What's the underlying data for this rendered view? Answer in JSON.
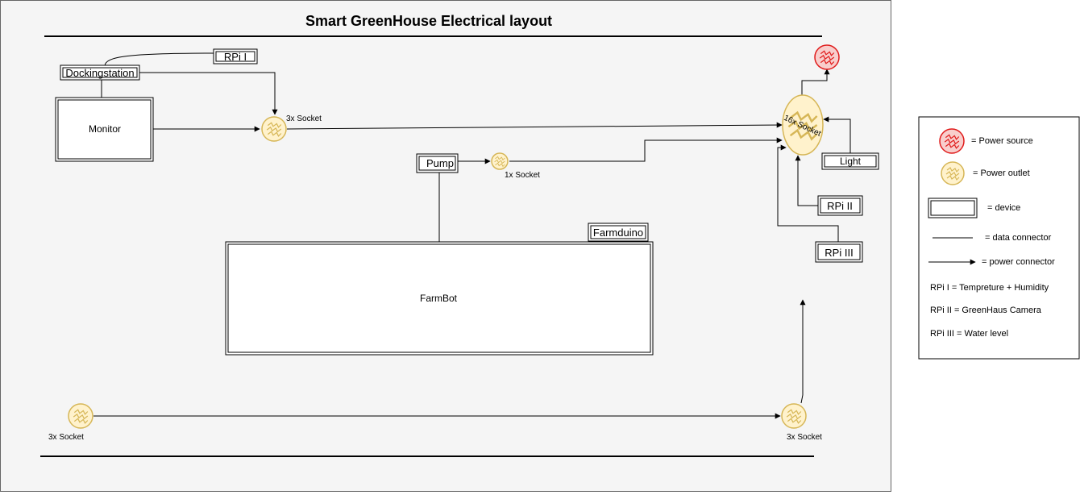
{
  "diagram": {
    "title": "Smart GreenHouse Electrical layout",
    "devices": {
      "rpi1": "RPi I",
      "dockingstation": "Dockingstation",
      "monitor": "Monitor",
      "pump": "Pump",
      "farmduino": "Farmduino",
      "farmbot": "FarmBot",
      "light": "Light",
      "rpi2": "RPi II",
      "rpi3": "RPi III"
    },
    "sockets": {
      "socket_top": "3x Socket",
      "socket_pump": "1x Socket",
      "socket_main": "16x Socket",
      "socket_bottom_left": "3x Socket",
      "socket_bottom_right": "3x Socket"
    }
  },
  "legend": {
    "power_source": "= Power source",
    "power_outlet": "= Power outlet",
    "device": "= device",
    "data_connector": "= data connector",
    "power_connector": "= power connector",
    "notes": [
      "RPi I = Tempreture + Humidity",
      "RPi II = GreenHaus Camera",
      "RPi III = Water level"
    ]
  },
  "colors": {
    "outlet_stroke": "#d6b656",
    "outlet_fill": "#fff2cc",
    "source_stroke": "#e01b1b",
    "source_fill": "#f8cecc",
    "panel_bg": "#f5f5f5",
    "panel_border": "#666666"
  }
}
